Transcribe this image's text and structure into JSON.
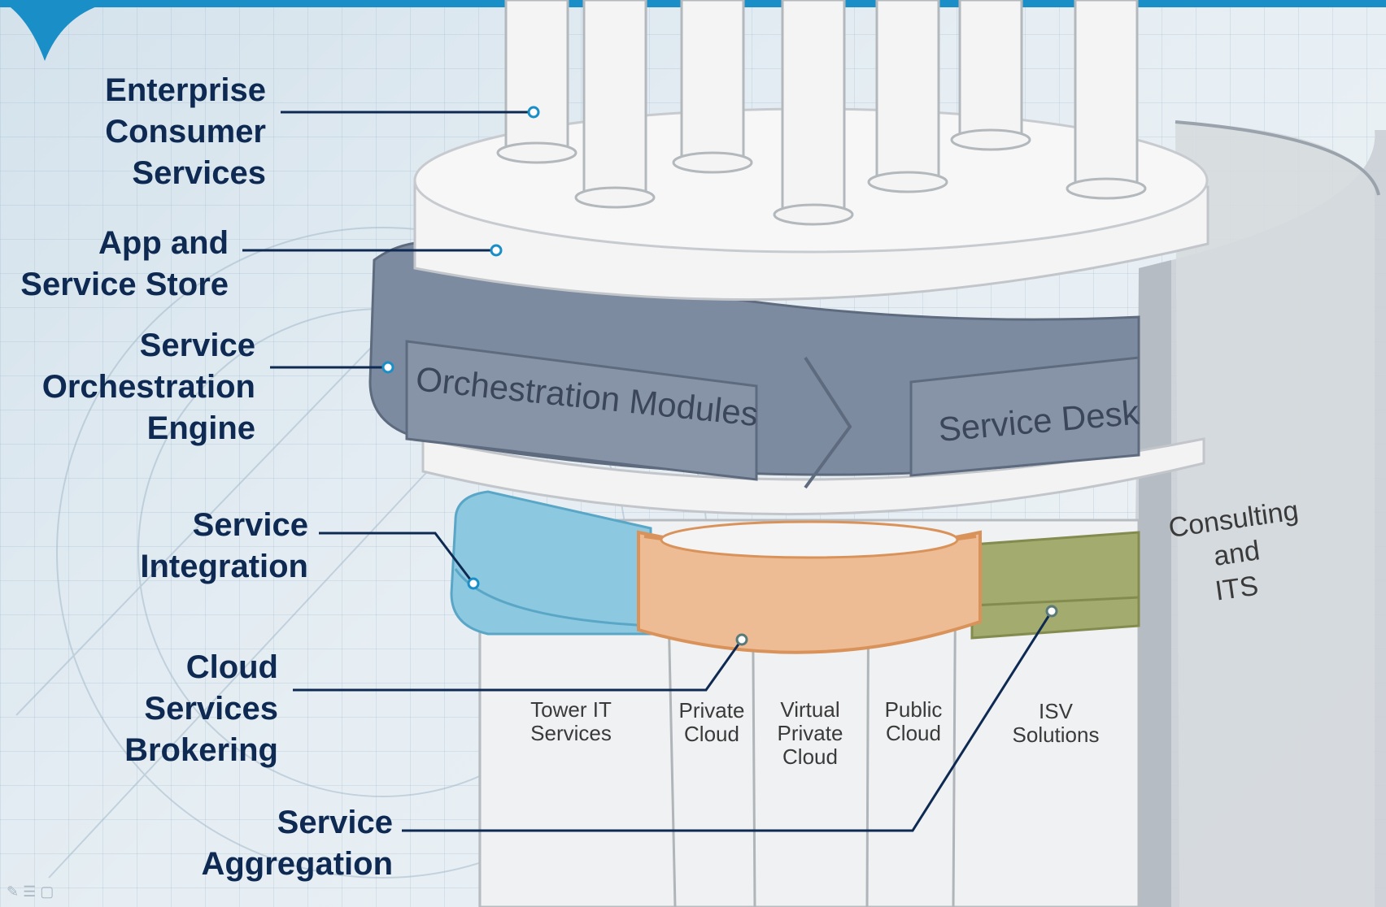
{
  "labels": {
    "enterprise": [
      "Enterprise",
      "Consumer",
      "Services"
    ],
    "app_store": [
      "App and",
      "Service Store"
    ],
    "orchestration_engine": [
      "Service",
      "Orchestration",
      "Engine"
    ],
    "integration": [
      "Service",
      "Integration"
    ],
    "brokering": [
      "Cloud",
      "Services",
      "Brokering"
    ],
    "aggregation": [
      "Service",
      "Aggregation"
    ]
  },
  "ring": {
    "orchestration_modules": "Orchestration Modules",
    "service_desk": "Service Desk"
  },
  "consulting": [
    "Consulting",
    "and",
    "ITS"
  ],
  "columns": {
    "tower": [
      "Tower IT",
      "Services"
    ],
    "private": [
      "Private",
      "Cloud"
    ],
    "virtual": [
      "Virtual",
      "Private",
      "Cloud"
    ],
    "public": [
      "Public",
      "Cloud"
    ],
    "isv": [
      "ISV",
      "Solutions"
    ]
  },
  "colors": {
    "label_text": "#0e2a52",
    "accent_blue": "#1a8fc7",
    "ring_slate": "#7d8ba0",
    "integration_blue": "#8cc8e0",
    "brokering_orange": "#eebc94",
    "aggregation_green": "#a4ab6e"
  }
}
